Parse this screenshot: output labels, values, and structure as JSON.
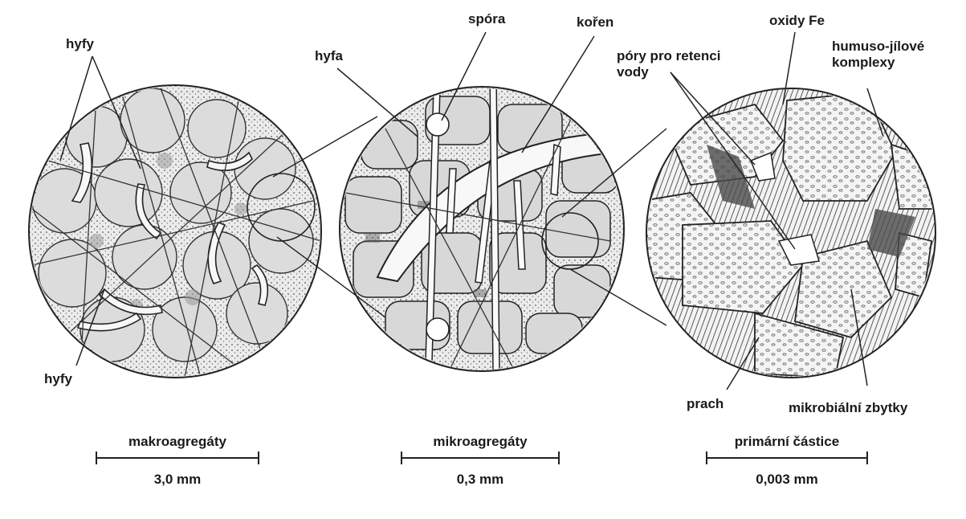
{
  "labels": {
    "makro_hyfy_top": "hyfy",
    "makro_hyfy_bottom": "hyfy",
    "mikro_hyfa": "hyfa",
    "mikro_spora": "spóra",
    "mikro_koren": "kořen",
    "primar_pory": "póry pro retenci\nvody",
    "primar_oxidy": "oxidy Fe",
    "primar_humuso": "humuso-jílové\nkomplexy",
    "primar_prach": "prach",
    "primar_mikrobialni": "mikrobiální zbytky"
  },
  "scales": [
    {
      "title": "makroagregáty",
      "value": "3,0 mm"
    },
    {
      "title": "mikroagregáty",
      "value": "0,3 mm"
    },
    {
      "title": "primární částice",
      "value": "0,003 mm"
    }
  ],
  "colors": {
    "ink": "#1a1a1a",
    "fill_light": "#e6e6e6",
    "fill_dark": "#7a7a7a"
  }
}
